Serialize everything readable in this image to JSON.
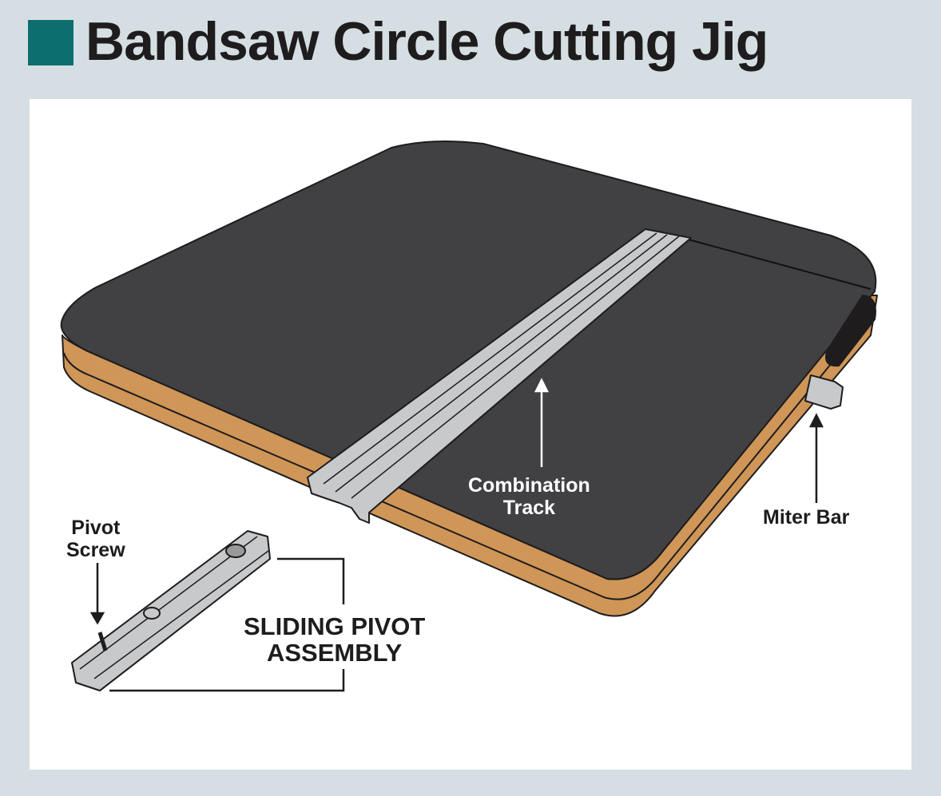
{
  "title": "Bandsaw Circle Cutting Jig",
  "colors": {
    "accent": "#0d6e70",
    "background": "#d5dfe3",
    "board_top": "#414042",
    "board_edge": "#cf9657",
    "track": "#c8c9cb"
  },
  "labels": {
    "combination_track": [
      "Combination",
      "Track"
    ],
    "miter_bar": "Miter Bar",
    "pivot_screw": [
      "Pivot",
      "Screw"
    ],
    "sliding_pivot_assembly": [
      "SLIDING PIVOT",
      "ASSEMBLY"
    ]
  }
}
